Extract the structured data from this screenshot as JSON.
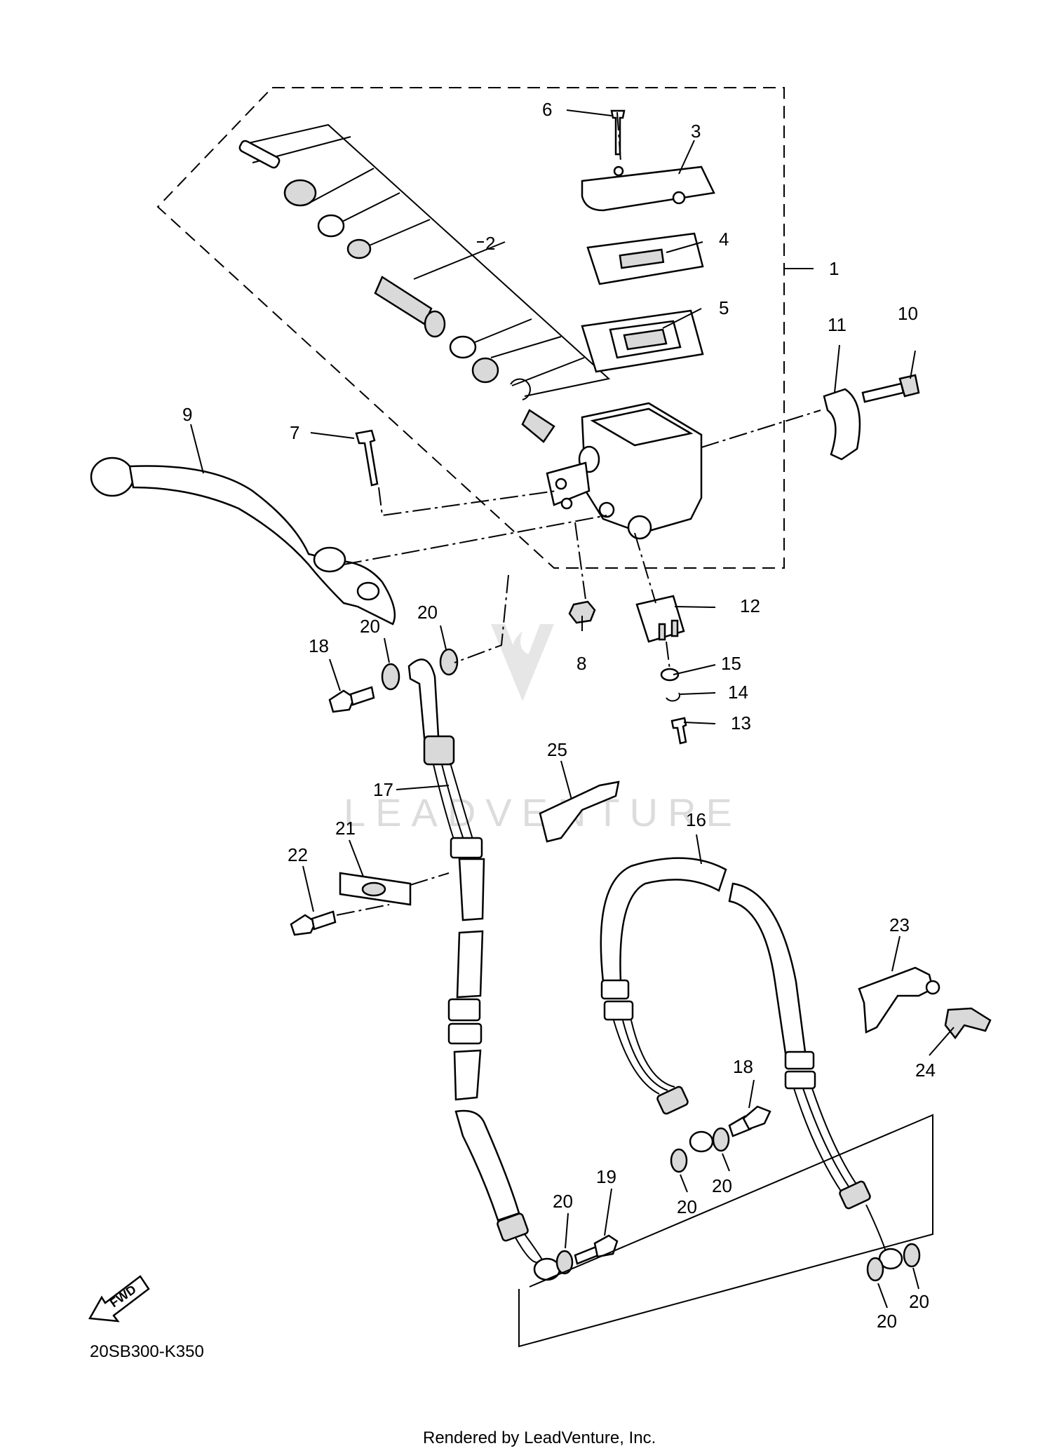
{
  "diagram_code": "20SB300-K350",
  "footer": "Rendered by LeadVenture, Inc.",
  "watermark": "LEADVENTURE",
  "fwd_label": "FWD",
  "callouts": [
    {
      "id": "c1",
      "text": "1"
    },
    {
      "id": "c2",
      "text": "2"
    },
    {
      "id": "c3",
      "text": "3"
    },
    {
      "id": "c4",
      "text": "4"
    },
    {
      "id": "c5",
      "text": "5"
    },
    {
      "id": "c6",
      "text": "6"
    },
    {
      "id": "c7",
      "text": "7"
    },
    {
      "id": "c8",
      "text": "8"
    },
    {
      "id": "c9",
      "text": "9"
    },
    {
      "id": "c10",
      "text": "10"
    },
    {
      "id": "c11",
      "text": "11"
    },
    {
      "id": "c12",
      "text": "12"
    },
    {
      "id": "c13",
      "text": "13"
    },
    {
      "id": "c14",
      "text": "14"
    },
    {
      "id": "c15",
      "text": "15"
    },
    {
      "id": "c16",
      "text": "16"
    },
    {
      "id": "c17",
      "text": "17"
    },
    {
      "id": "c18a",
      "text": "18"
    },
    {
      "id": "c18b",
      "text": "18"
    },
    {
      "id": "c19",
      "text": "19"
    },
    {
      "id": "c20a",
      "text": "20"
    },
    {
      "id": "c20b",
      "text": "20"
    },
    {
      "id": "c20c",
      "text": "20"
    },
    {
      "id": "c20d",
      "text": "20"
    },
    {
      "id": "c20e",
      "text": "20"
    },
    {
      "id": "c20f",
      "text": "20"
    },
    {
      "id": "c20g",
      "text": "20"
    },
    {
      "id": "c21",
      "text": "21"
    },
    {
      "id": "c22",
      "text": "22"
    },
    {
      "id": "c23",
      "text": "23"
    },
    {
      "id": "c24",
      "text": "24"
    },
    {
      "id": "c25",
      "text": "25"
    }
  ]
}
